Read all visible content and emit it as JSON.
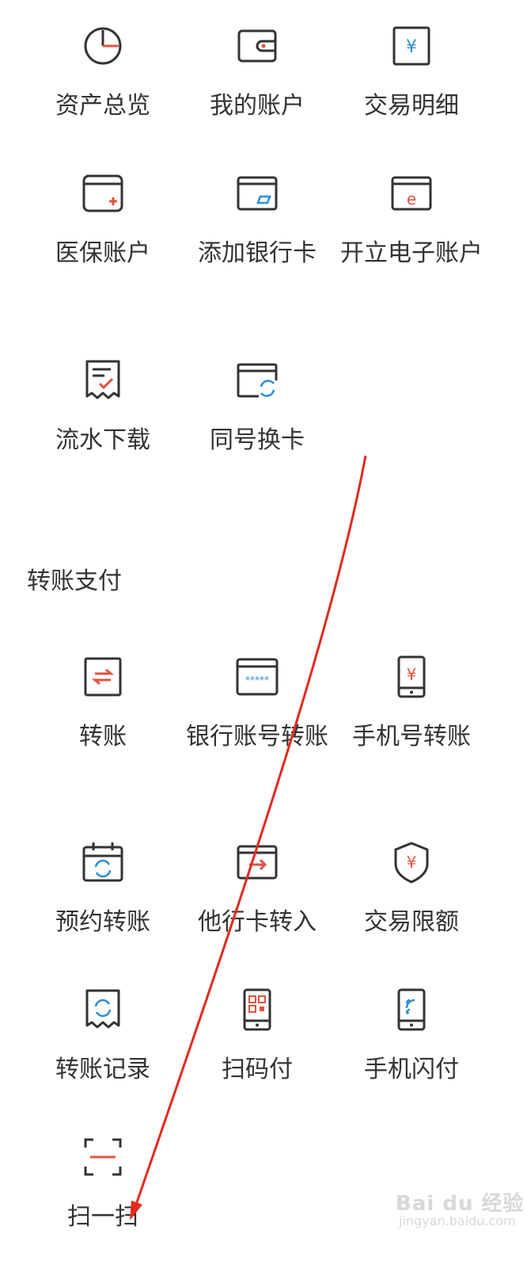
{
  "colors": {
    "accent_red": "#e0533f",
    "accent_blue": "#2c8fd4",
    "ink": "#333333",
    "arrow": "#e02b1f"
  },
  "account_section": {
    "items": [
      {
        "label": "资产总览",
        "icon": "pie-clock-icon"
      },
      {
        "label": "我的账户",
        "icon": "wallet-icon"
      },
      {
        "label": "交易明细",
        "icon": "yen-doc-icon"
      },
      {
        "label": "医保账户",
        "icon": "card-plus-icon"
      },
      {
        "label": "添加银行卡",
        "icon": "card-add-icon"
      },
      {
        "label": "开立电子账户",
        "icon": "e-card-icon"
      },
      {
        "label": "流水下载",
        "icon": "receipt-check-icon"
      },
      {
        "label": "同号换卡",
        "icon": "card-refresh-icon"
      }
    ]
  },
  "transfer_section": {
    "title": "转账支付",
    "items": [
      {
        "label": "转账",
        "icon": "transfer-icon"
      },
      {
        "label": "银行账号转账",
        "icon": "card-stars-icon"
      },
      {
        "label": "手机号转账",
        "icon": "phone-yen-icon"
      },
      {
        "label": "预约转账",
        "icon": "calendar-refresh-icon"
      },
      {
        "label": "他行卡转入",
        "icon": "card-arrow-icon"
      },
      {
        "label": "交易限额",
        "icon": "shield-yen-icon"
      },
      {
        "label": "转账记录",
        "icon": "receipt-refresh-icon"
      },
      {
        "label": "扫码付",
        "icon": "phone-qr-icon"
      },
      {
        "label": "手机闪付",
        "icon": "phone-nfc-icon"
      },
      {
        "label": "扫一扫",
        "icon": "scan-icon"
      }
    ]
  },
  "watermark": {
    "brand": "Bai du 经验",
    "url": "jingyan.baidu.com"
  }
}
